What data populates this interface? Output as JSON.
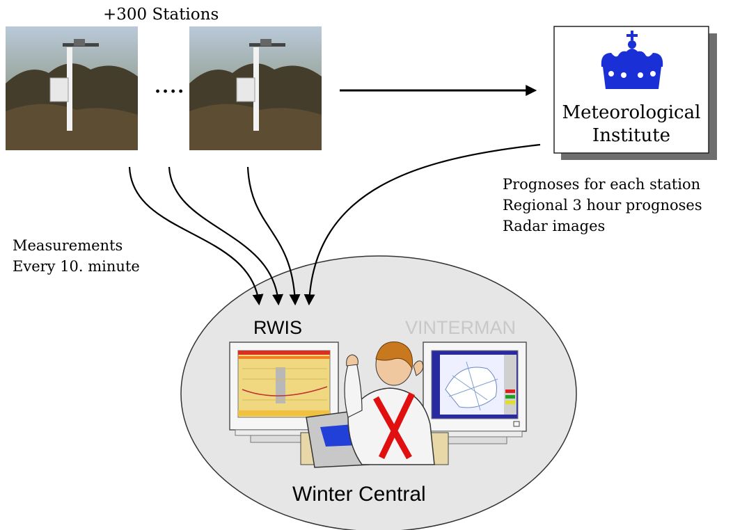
{
  "diagram": {
    "stations_title": "+300 Stations",
    "stations_ellipsis": "....",
    "institute_label_line1": "Meteorological",
    "institute_label_line2": "Institute",
    "prognoses": [
      "Prognoses for each station",
      "Regional 3 hour prognoses",
      "Radar images"
    ],
    "measurements": [
      "Measurements",
      "Every 10. minute"
    ],
    "left_screen_label": "RWIS",
    "right_screen_label": "VINTERMAN",
    "central_label": "Winter Central"
  },
  "icons": {
    "institute_logo": "crown-icon",
    "station_photo": "weather-station-photo",
    "operator": "operator-illustration",
    "monitor_left": "monitor-icon",
    "monitor_right": "monitor-icon"
  },
  "colors": {
    "crown": "#1a2fd6",
    "ellipse_fill": "#e6e6e6",
    "vinterman_label": "#c8c8c8",
    "rwis_screen": "#f0d880",
    "vinterman_screen": "#2a2aa0",
    "suspenders": "#e01010"
  }
}
